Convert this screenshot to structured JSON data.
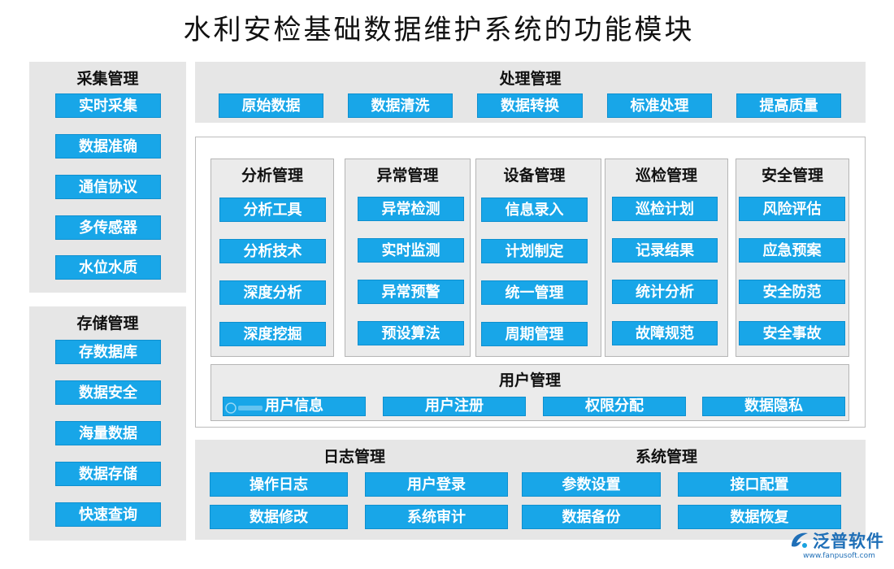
{
  "title": "水利安检基础数据维护系统的功能模块",
  "collection": {
    "heading": "采集管理",
    "items": [
      "实时采集",
      "数据准确",
      "通信协议",
      "多传感器",
      "水位水质"
    ]
  },
  "storage": {
    "heading": "存储管理",
    "items": [
      "存数据库",
      "数据安全",
      "海量数据",
      "数据存储",
      "快速查询"
    ]
  },
  "processing": {
    "heading": "处理管理",
    "items": [
      "原始数据",
      "数据清洗",
      "数据转换",
      "标准处理",
      "提高质量"
    ]
  },
  "analysis": {
    "heading": "分析管理",
    "items": [
      "分析工具",
      "分析技术",
      "深度分析",
      "深度挖掘"
    ]
  },
  "anomaly": {
    "heading": "异常管理",
    "items": [
      "异常检测",
      "实时监测",
      "异常预警",
      "预设算法"
    ]
  },
  "equipment": {
    "heading": "设备管理",
    "items": [
      "信息录入",
      "计划制定",
      "统一管理",
      "周期管理"
    ]
  },
  "inspection": {
    "heading": "巡检管理",
    "items": [
      "巡检计划",
      "记录结果",
      "统计分析",
      "故障规范"
    ]
  },
  "safety": {
    "heading": "安全管理",
    "items": [
      "风险评估",
      "应急预案",
      "安全防范",
      "安全事故"
    ]
  },
  "user": {
    "heading": "用户管理",
    "items": [
      "用户信息",
      "用户注册",
      "权限分配",
      "数据隐私"
    ]
  },
  "log": {
    "heading": "日志管理",
    "items": [
      "操作日志",
      "用户登录",
      "数据修改",
      "系统审计"
    ]
  },
  "system": {
    "heading": "系统管理",
    "items": [
      "参数设置",
      "接口配置",
      "数据备份",
      "数据恢复"
    ]
  },
  "logo": {
    "name": "泛普软件",
    "url": "www.fanpusoft.com"
  },
  "colors": {
    "button": "#18a6e8",
    "panel": "#e6e6e6",
    "brand": "#1f6fb7"
  }
}
